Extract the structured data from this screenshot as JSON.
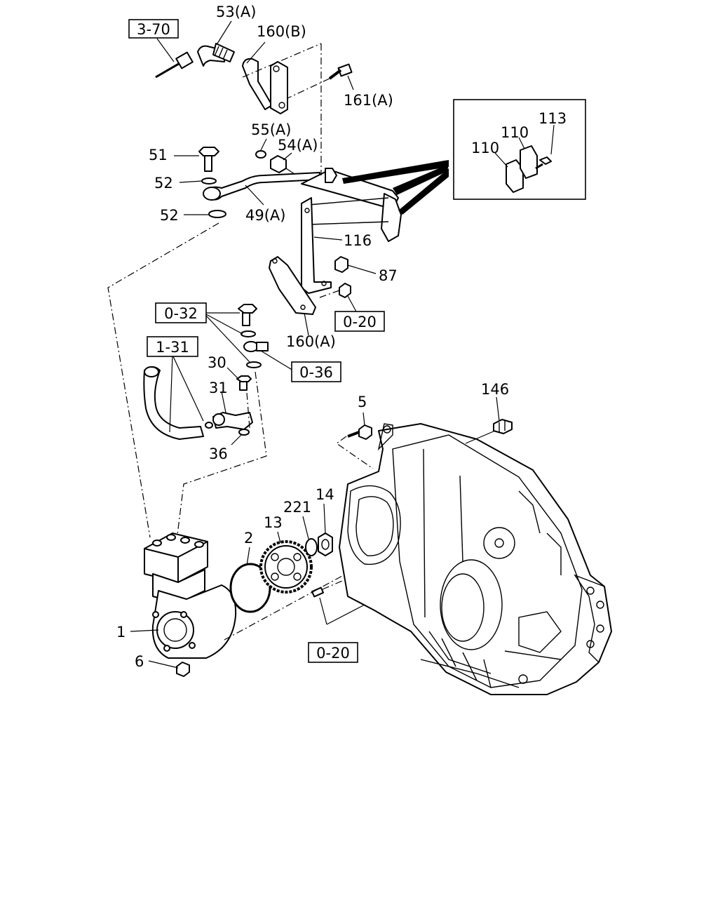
{
  "callouts": {
    "c53a": "53(A)",
    "c160b": "160(B)",
    "c161a": "161(A)",
    "c55a": "55(A)",
    "c54a": "54(A)",
    "c51": "51",
    "c52a": "52",
    "c52b": "52",
    "c49a": "49(A)",
    "c116": "116",
    "c87": "87",
    "c160a": "160(A)",
    "c30": "30",
    "c31": "31",
    "c36": "36",
    "c113": "113",
    "c110a": "110",
    "c110b": "110",
    "c5": "5",
    "c146": "146",
    "c14": "14",
    "c221": "221",
    "c13": "13",
    "c2": "2",
    "c1": "1",
    "c6": "6"
  },
  "refs": {
    "r370": "3-70",
    "r032": "0-32",
    "r131": "1-31",
    "r036": "0-36",
    "r020a": "0-20",
    "r020b": "0-20"
  }
}
